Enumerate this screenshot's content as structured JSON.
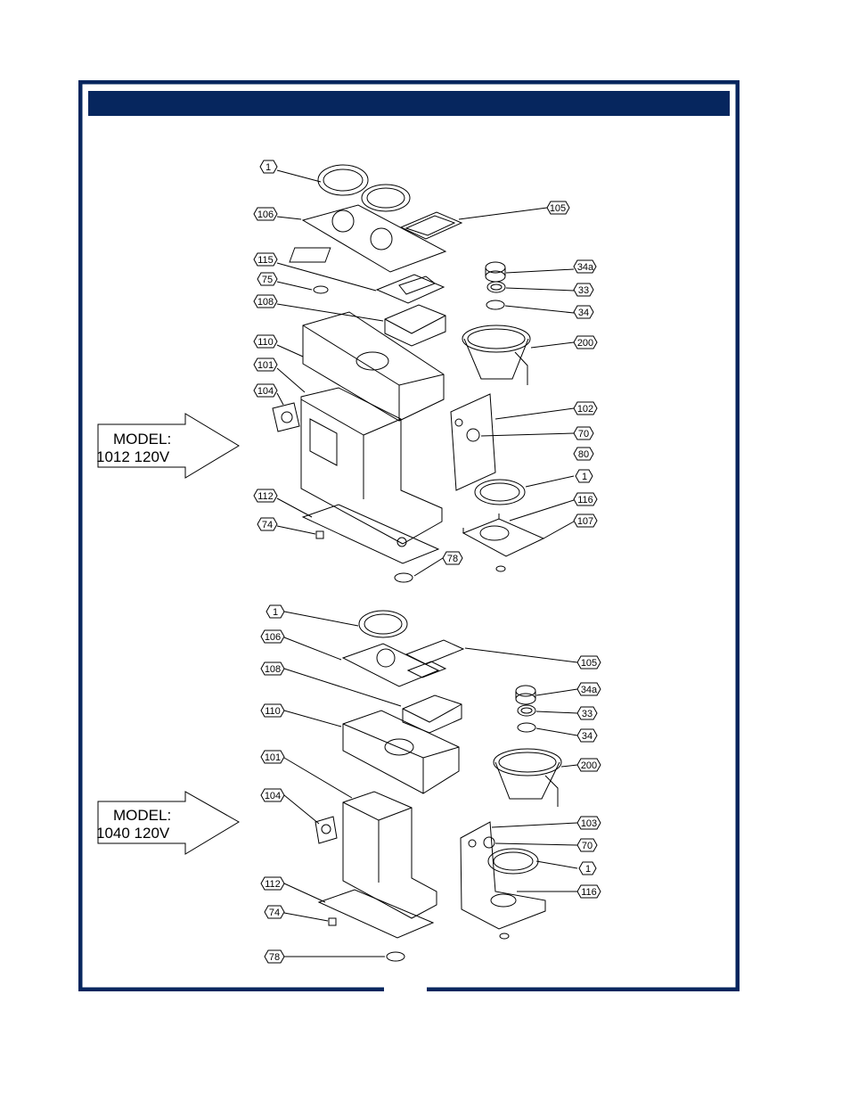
{
  "frame": {
    "border_color": "#06265e",
    "header_color": "#06265e",
    "header_text": ""
  },
  "models": [
    {
      "line1": "MODEL:",
      "line2": "1012 120V"
    },
    {
      "line1": "MODEL:",
      "line2": "1040 120V"
    }
  ],
  "callouts_top": [
    "1",
    "106",
    "105",
    "115",
    "75",
    "34a",
    "33",
    "108",
    "34",
    "110",
    "200",
    "101",
    "104",
    "102",
    "70",
    "80",
    "1",
    "112",
    "116",
    "74",
    "107",
    "78"
  ],
  "callouts_bottom": [
    "1",
    "106",
    "105",
    "108",
    "34a",
    "33",
    "110",
    "34",
    "200",
    "101",
    "104",
    "103",
    "70",
    "1",
    "112",
    "116",
    "74",
    "78"
  ]
}
